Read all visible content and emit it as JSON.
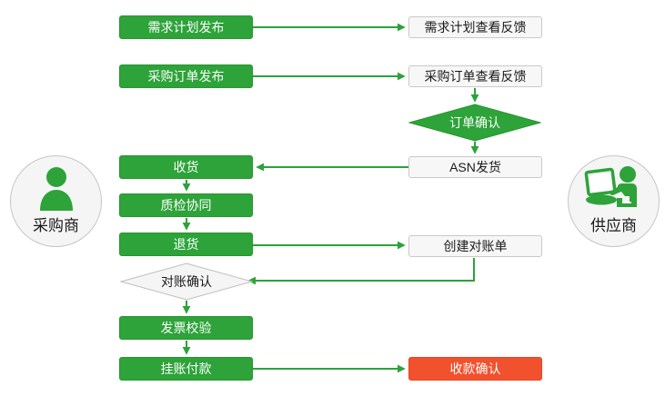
{
  "diagram": {
    "actors": {
      "buyer": {
        "label": "采购商"
      },
      "supplier": {
        "label": "供应商"
      }
    },
    "nodes": {
      "demand_plan": {
        "label": "需求计划发布",
        "type": "green-box"
      },
      "demand_feedback": {
        "label": "需求计划查看反馈",
        "type": "light-box"
      },
      "purchase_order": {
        "label": "采购订单发布",
        "type": "green-box"
      },
      "order_feedback": {
        "label": "采购订单查看反馈",
        "type": "light-box"
      },
      "order_confirm": {
        "label": "订单确认",
        "type": "green-diamond"
      },
      "asn": {
        "label": "ASN发货",
        "type": "light-box"
      },
      "receive": {
        "label": "收货",
        "type": "green-box"
      },
      "quality": {
        "label": "质检协同",
        "type": "green-box"
      },
      "return_goods": {
        "label": "退货",
        "type": "green-box"
      },
      "statement": {
        "label": "创建对账单",
        "type": "light-box"
      },
      "statement_confirm": {
        "label": "对账确认",
        "type": "light-diamond"
      },
      "invoice": {
        "label": "发票校验",
        "type": "green-box"
      },
      "payment": {
        "label": "挂账付款",
        "type": "green-box"
      },
      "receipt_confirm": {
        "label": "收款确认",
        "type": "red-box"
      }
    },
    "colors": {
      "green_fill": "#2DA339",
      "green_border": "#28962E",
      "arrow_green": "#2BA33A",
      "red_fill": "#F2512E",
      "light_fill": "#F7F7F7",
      "light_border": "#C9C9C9",
      "circle_fill": "#F5F5F5",
      "text_dark": "#1A1A1A",
      "text_light": "#FFFFFF"
    }
  }
}
